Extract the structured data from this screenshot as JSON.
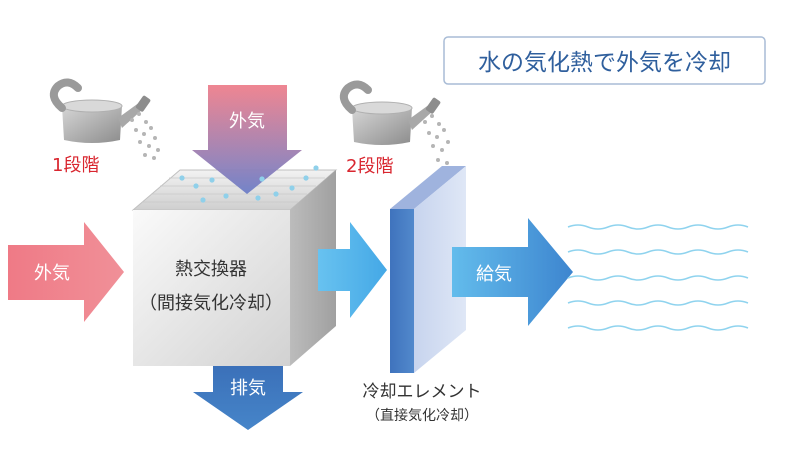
{
  "title": "水の気化熱で外気を冷却",
  "stages": {
    "stage1": "1段階",
    "stage2": "2段階"
  },
  "flows": {
    "outside_air_top": "外気",
    "outside_air_left": "外気",
    "exhaust": "排気",
    "supply": "給気"
  },
  "heat_exchanger": {
    "label": "熱交換器",
    "sublabel": "（間接気化冷却）"
  },
  "cooling_element": {
    "label": "冷却エレメント",
    "sublabel": "（直接気化冷却）"
  },
  "colors": {
    "outside_air": "#ee7b86",
    "cool_air": "#4eaee8",
    "exhaust": "#3a78c0",
    "stage_text": "#d9262f",
    "title_border": "#a9bcd6",
    "title_text": "#2f5f9d"
  },
  "icons": [
    "watering-can-icon",
    "water-droplets-icon",
    "wave-lines-icon"
  ]
}
